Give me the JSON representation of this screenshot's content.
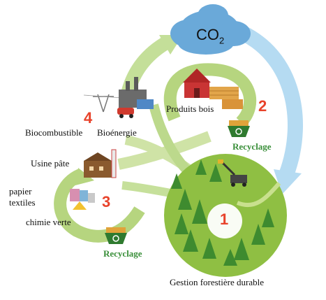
{
  "colors": {
    "arrow_green": "#a9cd6f",
    "arrow_green_light": "#cfe3a6",
    "forest_circle": "#8fbf43",
    "tree_dark": "#3e8b2f",
    "cloud_blue": "#6aa9d9",
    "arrow_blue": "#a8d3ef",
    "number_red": "#e8432b",
    "recycle_green": "#3a8f3a"
  },
  "cloud": {
    "label": "CO",
    "subscript": "2"
  },
  "nodes": [
    {
      "number": "1",
      "label": "Gestion forestière durable",
      "icon": "forest-icon"
    },
    {
      "number": "2",
      "label": "Produits bois",
      "icon": "sawmill-icon"
    },
    {
      "number": "3",
      "labels": [
        "Usine pâte",
        "papier",
        "textiles",
        "chimie verte"
      ],
      "icon": "pulp-mill-icon"
    },
    {
      "number": "4",
      "labels": [
        "Biocombustible",
        "Bioénergie"
      ],
      "icon": "power-plant-icon"
    }
  ],
  "recycling": [
    {
      "label": "Recyclage",
      "icon": "recycle-bin-icon"
    },
    {
      "label": "Recyclage",
      "icon": "recycle-bin-icon"
    }
  ]
}
